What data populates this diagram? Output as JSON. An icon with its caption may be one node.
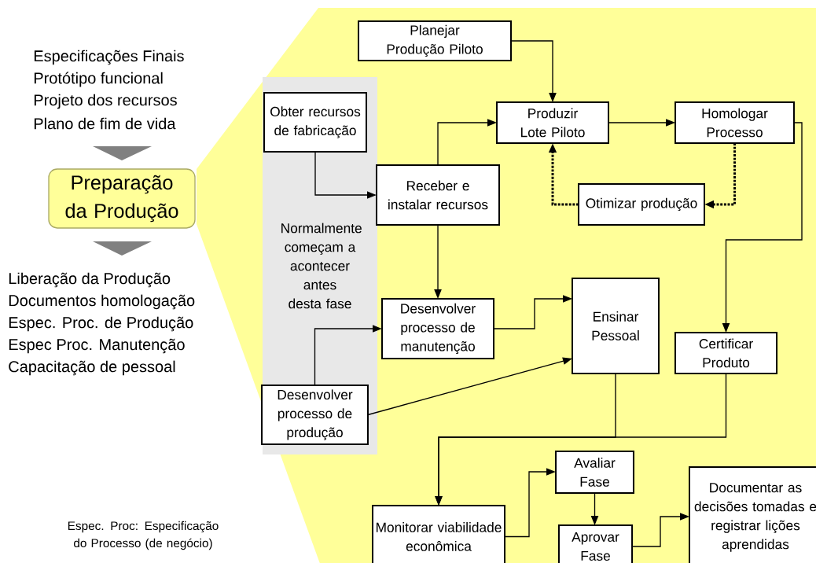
{
  "diagram": {
    "nodes": [
      {
        "text": [
          "Preparação da Produção"
        ]
      },
      {
        "text": [
          "Normalmente começam a acontecer antes desta fase"
        ]
      },
      {
        "text": [
          "Planejar Produção Piloto"
        ]
      },
      {
        "text": [
          "Obter recursos de fabricação"
        ],
        "in": 1
      },
      {
        "text": [
          "Produzir Lote Piloto"
        ]
      },
      {
        "text": [
          "Homologar Processo"
        ]
      },
      {
        "text": [
          "Receber e instalar recursos"
        ]
      },
      {
        "text": [
          "Otimizar produção"
        ]
      },
      {
        "text": [
          "Desenvolver processo de manutenção"
        ]
      },
      {
        "text": [
          "Ensinar Pessoal"
        ]
      },
      {
        "text": [
          "Certificar Produto"
        ]
      },
      {
        "text": [
          "Desenvolver processo de produção"
        ],
        "in": 1
      },
      {
        "text": [
          "Monitorar viabilidade econômica"
        ]
      },
      {
        "text": [
          "Avaliar Fase"
        ]
      },
      {
        "text": [
          "Aprovar Fase"
        ]
      },
      {
        "text": [
          "Documentar as decisões tomadas e registrar lições aprendidas"
        ]
      }
    ],
    "edges": [
      {
        "from": 2,
        "to": 4,
        "arrow": "to"
      },
      {
        "from": 6,
        "to": 4,
        "arrow": "to"
      },
      {
        "from": 4,
        "to": 5,
        "arrow": "to"
      },
      {
        "from": 5,
        "to": 7,
        "arrow": "to",
        "style": "dashed"
      },
      {
        "from": 7,
        "to": 4,
        "arrow": "to",
        "style": "dashed"
      },
      {
        "from": 3,
        "to": 6,
        "arrow": "to"
      },
      {
        "from": 6,
        "to": 8,
        "arrow": "to"
      },
      {
        "from": 8,
        "to": 9,
        "arrow": "to"
      },
      {
        "from": 11,
        "to": 8,
        "arrow": "to"
      },
      {
        "from": 11,
        "to": 9,
        "arrow": "to"
      },
      {
        "from": 5,
        "to": 10,
        "arrow": "to"
      },
      {
        "from": 9,
        "to": 12,
        "arrow": "to"
      },
      {
        "from": 10,
        "to": 12,
        "arrow": "to"
      },
      {
        "from": 12,
        "to": 13,
        "arrow": "to"
      },
      {
        "from": 13,
        "to": 14,
        "arrow": "to"
      },
      {
        "from": 14,
        "to": 15,
        "arrow": "to"
      }
    ],
    "labels": [
      "Especificações Finais",
      "Protótipo funcional",
      "Projeto dos recursos",
      "Plano de fim de vida",
      "Liberação da Produção",
      "Documentos homologação",
      "Espec. Proc. de Produção",
      "Espec Proc. Manutenção",
      "Capacitação de pessoal",
      "Espec. Proc: Especificação do Processo (de negócio)"
    ]
  }
}
